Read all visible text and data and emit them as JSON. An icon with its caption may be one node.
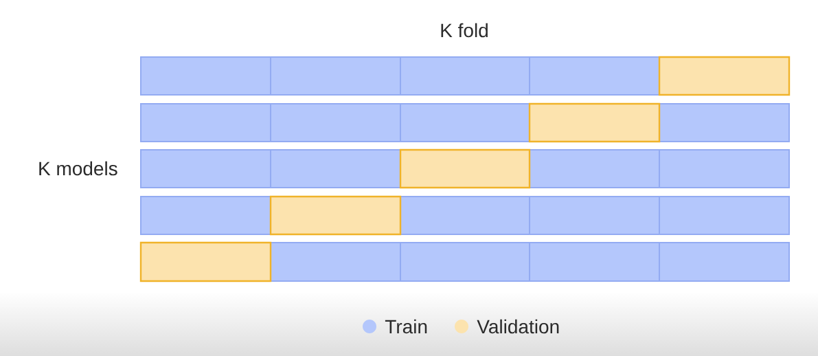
{
  "diagram": {
    "labels": [
      "K fold",
      "K models"
    ],
    "legend": [
      {
        "text": "Train",
        "color": "#b4c7fc"
      },
      {
        "text": "Validation",
        "color": "#fce3ae"
      }
    ]
  }
}
